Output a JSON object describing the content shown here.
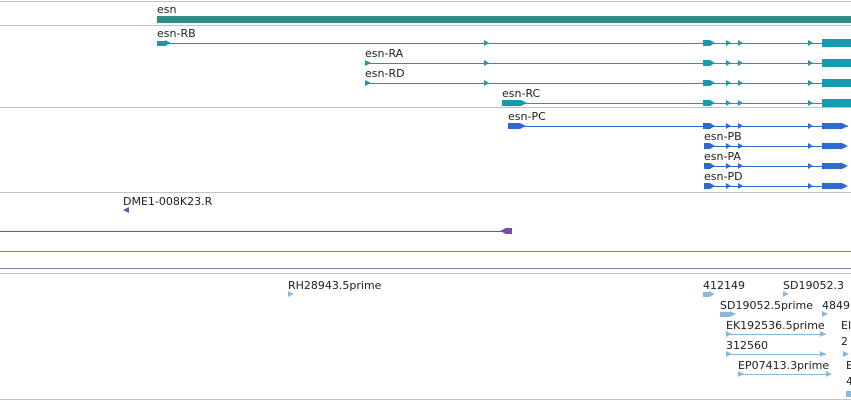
{
  "gene_track": {
    "gene_label": "esn",
    "bar_color": "#2d8f87"
  },
  "transcripts_rna": [
    {
      "label": "esn-RB"
    },
    {
      "label": "esn-RA"
    },
    {
      "label": "esn-RD"
    },
    {
      "label": "esn-RC"
    }
  ],
  "transcripts_protein": [
    {
      "label": "esn-PC"
    },
    {
      "label": "esn-PB"
    },
    {
      "label": "esn-PA"
    },
    {
      "label": "esn-PD"
    }
  ],
  "clone_track": {
    "label": "DME1-008K23.R"
  },
  "est_track": {
    "labels": [
      "RH28943.5prime",
      "412149",
      "SD19052.3",
      "SD19052.5prime",
      "4849",
      "EK192536.5prime",
      "EI",
      "2",
      "312560",
      "EP07413.3prime",
      "E",
      "4"
    ]
  },
  "colors": {
    "rna": "#159ab2",
    "protein": "#2f69cd",
    "clone": "#7a4aa8",
    "est": "#86b9dd",
    "separator": "#c4c4c4"
  }
}
